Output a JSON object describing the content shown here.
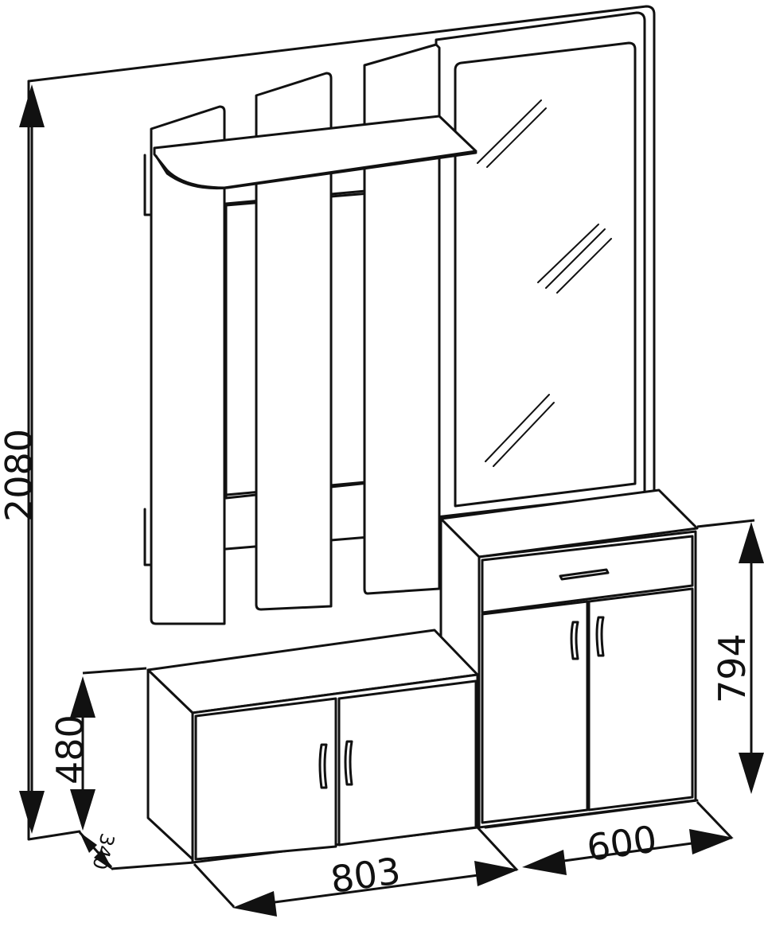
{
  "dimensions": {
    "total_height": "2080",
    "bench_height": "480",
    "depth": "340",
    "bench_width": "803",
    "cabinet_width": "600",
    "cabinet_height": "794"
  },
  "colors": {
    "line": "#111111",
    "background": "#ffffff"
  }
}
